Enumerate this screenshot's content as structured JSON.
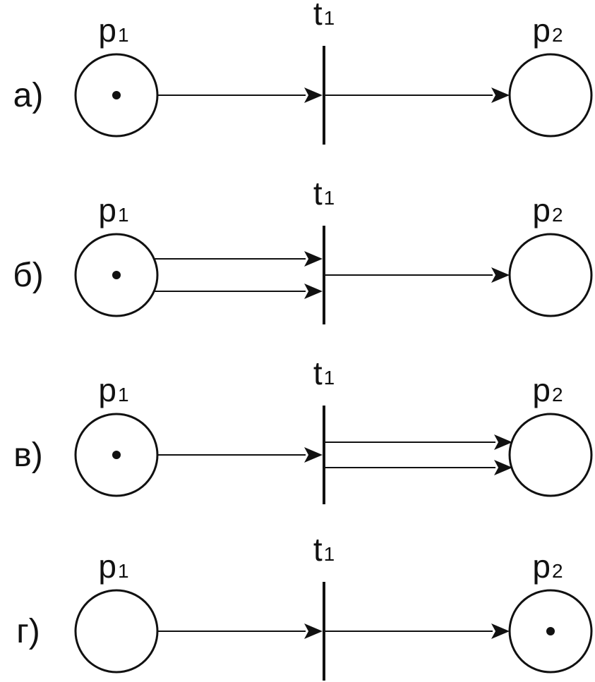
{
  "panels": [
    {
      "label": "а)",
      "place_left": {
        "name": "p",
        "sub": "1",
        "tokens": 1
      },
      "transition": {
        "name": "t",
        "sub": "1"
      },
      "place_right": {
        "name": "p",
        "sub": "2",
        "tokens": 0
      },
      "arcs_in": 1,
      "arcs_out": 1
    },
    {
      "label": "б)",
      "place_left": {
        "name": "p",
        "sub": "1",
        "tokens": 1
      },
      "transition": {
        "name": "t",
        "sub": "1"
      },
      "place_right": {
        "name": "p",
        "sub": "2",
        "tokens": 0
      },
      "arcs_in": 2,
      "arcs_out": 1
    },
    {
      "label": "в)",
      "place_left": {
        "name": "p",
        "sub": "1",
        "tokens": 1
      },
      "transition": {
        "name": "t",
        "sub": "1"
      },
      "place_right": {
        "name": "p",
        "sub": "2",
        "tokens": 0
      },
      "arcs_in": 1,
      "arcs_out": 2
    },
    {
      "label": "г)",
      "place_left": {
        "name": "p",
        "sub": "1",
        "tokens": 0
      },
      "transition": {
        "name": "t",
        "sub": "1"
      },
      "place_right": {
        "name": "p",
        "sub": "2",
        "tokens": 1
      },
      "arcs_in": 1,
      "arcs_out": 1
    }
  ]
}
